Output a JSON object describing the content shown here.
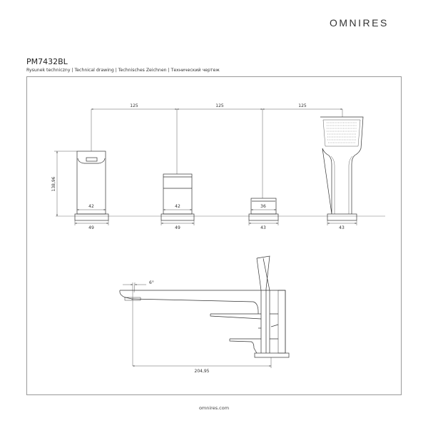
{
  "brand": "OMNIRES",
  "product_code": "PM7432BL",
  "subtitle": "Rysunek techniczny | Technical drawing | Technisches Zeichnen | Технический чертеж",
  "footer": "omnires.com",
  "dimensions": {
    "spacing_1": "125",
    "spacing_2": "125",
    "spacing_3": "125",
    "height": "138,96",
    "body_1": "42",
    "base_1": "49",
    "body_2": "42",
    "base_2": "49",
    "body_3": "36",
    "base_3": "43",
    "base_4": "43",
    "angle": "6°",
    "spout_reach": "204,95"
  }
}
